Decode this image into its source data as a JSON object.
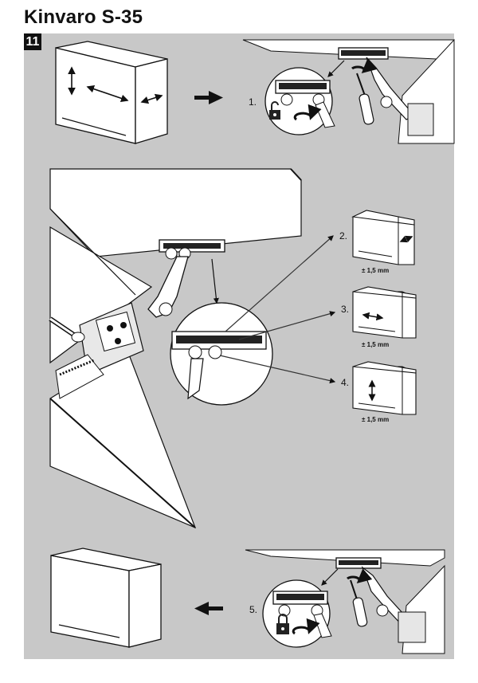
{
  "header": {
    "title": "Kinvaro S-35",
    "step_number": "11"
  },
  "steps": [
    {
      "label": "1."
    },
    {
      "label": "2.",
      "tolerance": "± 1,5 mm",
      "adjust_direction": "depth"
    },
    {
      "label": "3.",
      "tolerance": "± 1,5 mm",
      "adjust_direction": "side"
    },
    {
      "label": "4.",
      "tolerance": "± 1,5 mm",
      "adjust_direction": "height"
    },
    {
      "label": "5."
    }
  ],
  "icons": [
    "unlock-icon",
    "lock-icon",
    "rotate-arrow-icon",
    "screwdriver-icon",
    "double-arrow-icon",
    "arrow-right-icon",
    "arrow-left-icon"
  ],
  "colors": {
    "panel_bg": "#c8c8c8",
    "line": "#111111",
    "cabinet_fill": "#ffffff"
  }
}
